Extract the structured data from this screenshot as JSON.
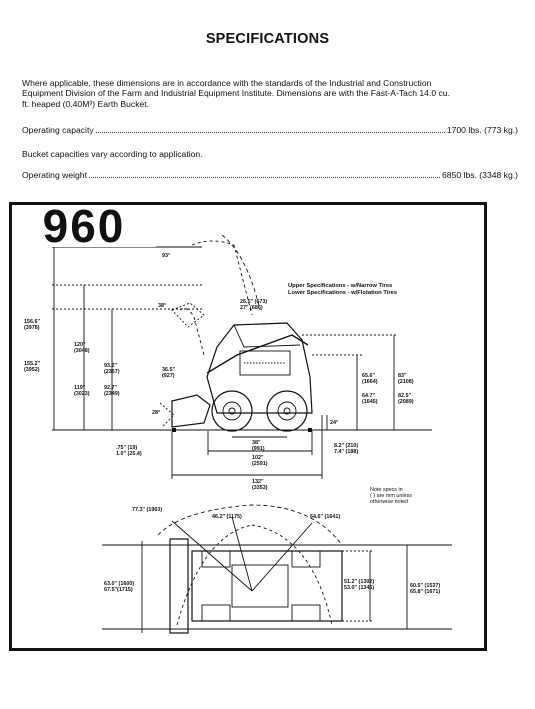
{
  "page": {
    "title": "SPECIFICATIONS",
    "intro_line1": "Where applicable, these dimensions are in accordance with the standards of the Industrial and Construction",
    "intro_line2": "Equipment Division of the Farm and Industrial Equipment Institute. Dimensions are with the Fast-A-Tach 14.0 cu.",
    "intro_line3": "ft. heaped (0.40M³) Earth Bucket.",
    "specs": [
      {
        "label": "Operating capacity",
        "value": "1700 lbs. (773 kg.)"
      },
      {
        "label": "Operating weight",
        "value": "6850 lbs. (3348 kg.)"
      }
    ],
    "bucket_note": "Bucket capacities vary according to application."
  },
  "figure": {
    "model": "960",
    "legend_line1": "Upper Specifications - w/Narrow Tires",
    "legend_line2": "Lower Specifications - w/Flotation Tires",
    "note_line1": "Note specs in",
    "note_line2": "( ) are mm unless",
    "note_line3": "otherwise noted",
    "side_dims": {
      "angle_93": "93°",
      "angle_38": "38°",
      "reach_a": "26.5\" (673)",
      "reach_b": "27\" (686)",
      "h_156": "156.6\"",
      "h_156_mm": "(3978)",
      "h_155": "155.2\"",
      "h_155_mm": "(3952)",
      "h_120": "120\"",
      "h_120_mm": "(3048)",
      "h_119": "119\"",
      "h_119_mm": "(3023)",
      "h_932": "93.2\"",
      "h_932_mm": "(2367)",
      "h_927": "92.7\"",
      "h_927_mm": "(2349)",
      "dump": "36.5\"",
      "dump_mm": "(927)",
      "angle_28": "28°",
      "angle_24": "24°",
      "h_656": "65.6\"",
      "h_656_mm": "(1664)",
      "h_647": "64.7\"",
      "h_647_mm": "(1645)",
      "h_83": "83\"",
      "h_83_mm": "(2108)",
      "h_825": "82.5\"",
      "h_825_mm": "(2089)",
      "g_82": "8.2\" (210)",
      "g_74": "7.4\" (188)",
      "b_75": ".75\" (19)",
      "b_10": "1.0\" (25.4)",
      "wb_38": "38\"",
      "wb_38_mm": "(991)",
      "l_102": "102\"",
      "l_102_mm": "(2591)",
      "l_132": "132\"",
      "l_132_mm": "(3353)"
    },
    "top_dims": {
      "r_773": "77.3\" (1963)",
      "r_462": "46.2\" (1175)",
      "r_646": "64.6\" (1641)",
      "w_630": "63.0\" (1600)",
      "w_675": "67.5\"(1715)",
      "w_512": "51.2\" (1302)",
      "w_530": "53.0\" (1346)",
      "w_605": "60.5\" (1537)",
      "w_658": "65.8\" (1671)"
    }
  }
}
